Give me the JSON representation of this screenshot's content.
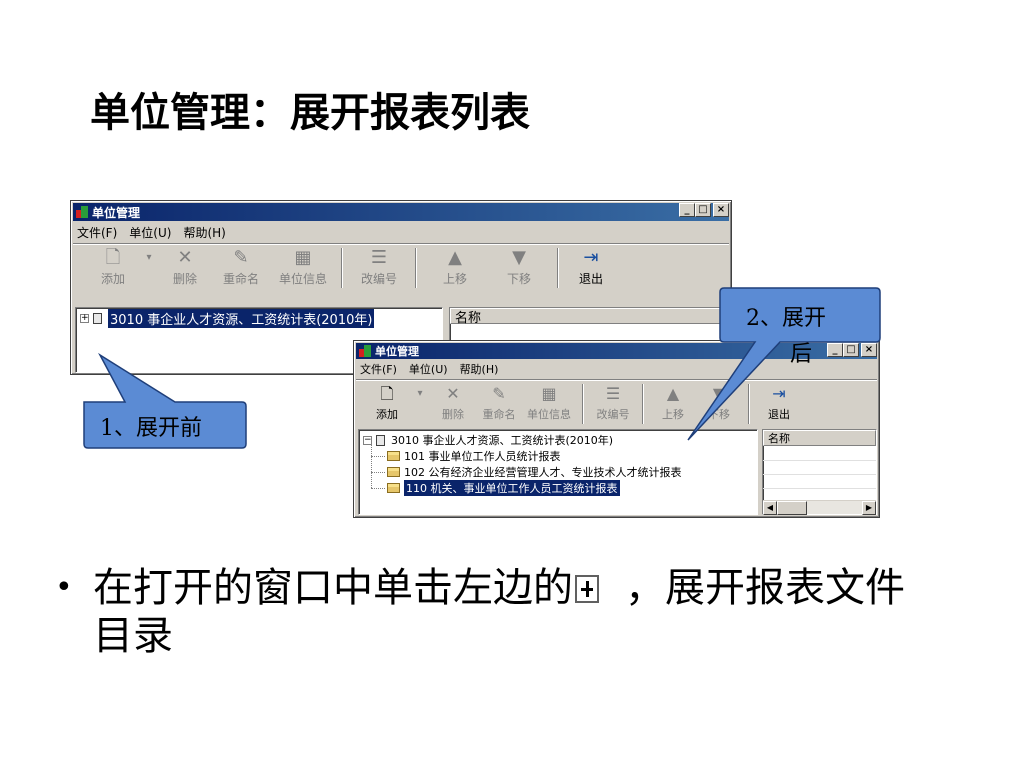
{
  "slide": {
    "title": "单位管理：展开报表列表",
    "bullet_part1": "在打开的窗口中单击左边的",
    "bullet_part2": "，展开报表文件目录"
  },
  "window_before": {
    "title": "单位管理",
    "menu": [
      "文件(F)",
      "单位(U)",
      "帮助(H)"
    ],
    "toolbar": [
      {
        "label": "添加",
        "icon": "new-doc-icon",
        "glyph": "🗋",
        "enabled": false
      },
      {
        "label": "删除",
        "icon": "delete-icon",
        "glyph": "✕",
        "enabled": false
      },
      {
        "label": "重命名",
        "icon": "rename-icon",
        "glyph": "✎",
        "enabled": false
      },
      {
        "label": "单位信息",
        "icon": "info-grid-icon",
        "glyph": "▦",
        "enabled": false
      },
      {
        "label": "改编号",
        "icon": "renumber-icon",
        "glyph": "☰",
        "enabled": false
      },
      {
        "label": "上移",
        "icon": "move-up-icon",
        "glyph": "▲",
        "enabled": false
      },
      {
        "label": "下移",
        "icon": "move-down-icon",
        "glyph": "▼",
        "enabled": false
      },
      {
        "label": "退出",
        "icon": "exit-door-icon",
        "glyph": "⇥",
        "enabled": true
      }
    ],
    "tree_root": "3010 事企业人才资源、工资统计表(2010年)",
    "list_header": "名称"
  },
  "window_after": {
    "title": "单位管理",
    "menu": [
      "文件(F)",
      "单位(U)",
      "帮助(H)"
    ],
    "toolbar": [
      {
        "label": "添加",
        "enabled": true
      },
      {
        "label": "删除",
        "enabled": false
      },
      {
        "label": "重命名",
        "enabled": false
      },
      {
        "label": "单位信息",
        "enabled": false
      },
      {
        "label": "改编号",
        "enabled": false
      },
      {
        "label": "上移",
        "enabled": false
      },
      {
        "label": "下移",
        "enabled": false
      },
      {
        "label": "退出",
        "enabled": true
      }
    ],
    "tree_root": "3010 事企业人才资源、工资统计表(2010年)",
    "tree_children": [
      {
        "code": "101",
        "name": "事业单位工作人员统计报表",
        "selected": false
      },
      {
        "code": "102",
        "name": "公有经济企业经营管理人才、专业技术人才统计报表",
        "selected": false
      },
      {
        "code": "110",
        "name": "机关、事业单位工作人员工资统计报表",
        "selected": true
      }
    ],
    "list_header": "名称"
  },
  "callouts": {
    "before": "1、展开前",
    "after_line1": "2、展开",
    "after_line2": "后"
  },
  "colors": {
    "title_bar_start": "#0a246a",
    "title_bar_end": "#3a6ea5",
    "selection": "#0a246a",
    "callout_fill": "#5b8bd4",
    "callout_stroke": "#1f3f7a",
    "window_face": "#d4d0c8"
  }
}
